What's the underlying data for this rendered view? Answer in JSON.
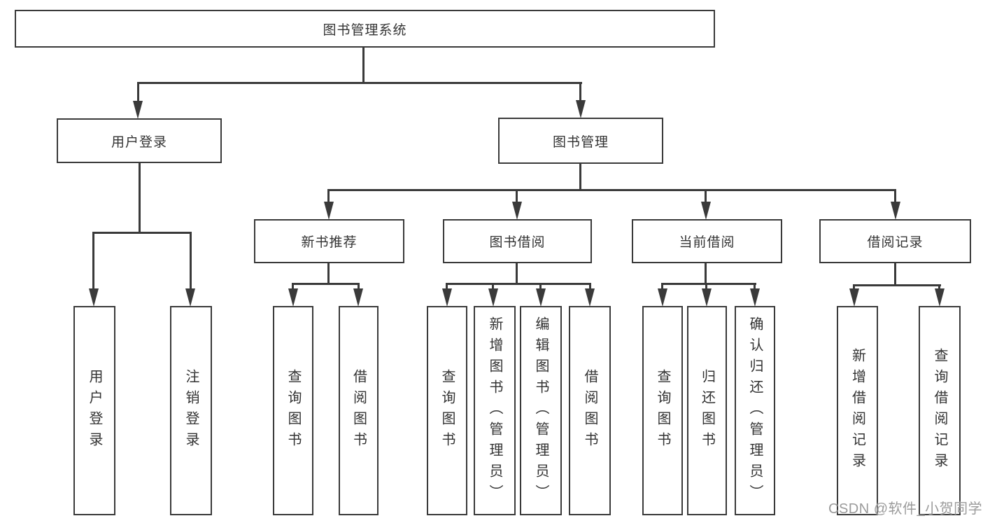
{
  "nodes": {
    "root": "图书管理系统",
    "user_login": "用户登录",
    "book_mgmt": "图书管理",
    "new_book": "新书推荐",
    "book_borrow": "图书借阅",
    "current_borrow": "当前借阅",
    "borrow_record": "借阅记录",
    "user_login_children": [
      "用户登录",
      "注销登录"
    ],
    "new_book_children": [
      "查询图书",
      "借阅图书"
    ],
    "book_borrow_children": [
      "查询图书",
      "新增图书（管理员）",
      "编辑图书（管理员）",
      "借阅图书"
    ],
    "current_borrow_children": [
      "查询图书",
      "归还图书",
      "确认归还（管理员）"
    ],
    "borrow_record_children": [
      "新增借阅记录",
      "查询借阅记录"
    ]
  },
  "watermark": "CSDN @软件_小贺同学",
  "colors": {
    "line": "#3a3a3a",
    "text": "#333333",
    "watermark": "#9b9b9b",
    "background": "#ffffff"
  }
}
